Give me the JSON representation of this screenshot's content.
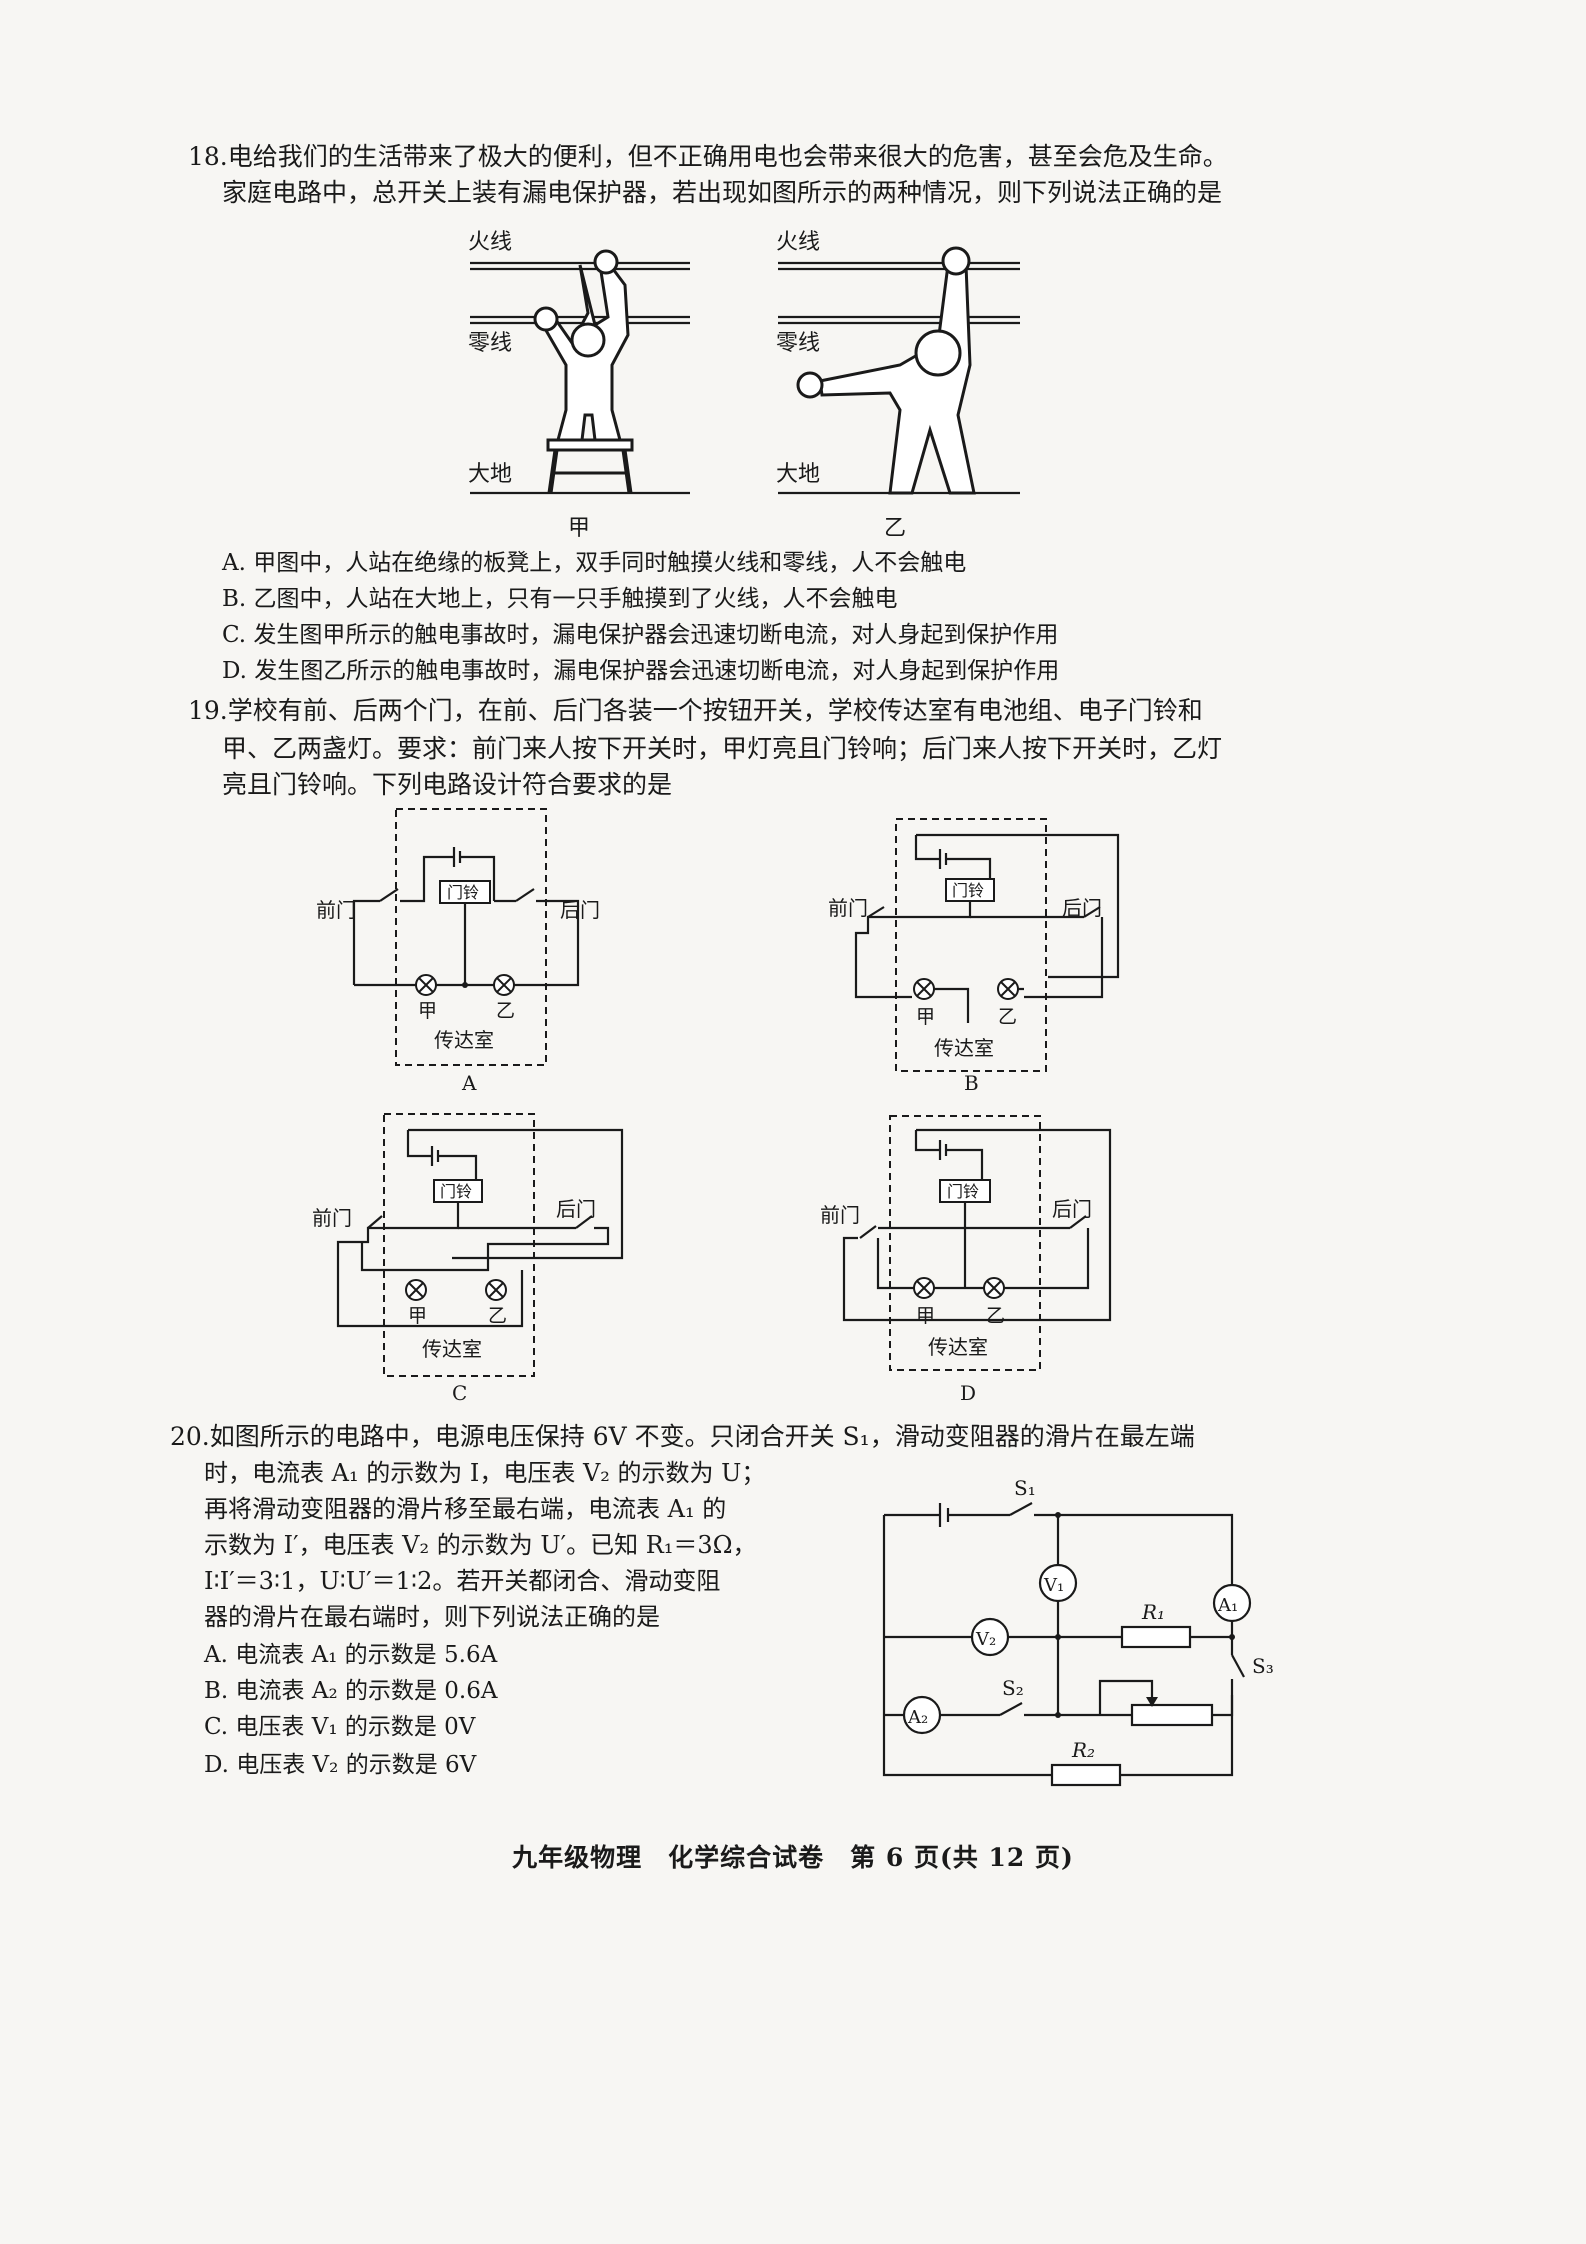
{
  "q18": {
    "line1": "18.电给我们的生活带来了极大的便利，但不正确用电也会带来很大的危害，甚至会危及生命。",
    "line2": "家庭电路中，总开关上装有漏电保护器，若出现如图所示的两种情况，则下列说法正确的是",
    "fig": {
      "live": "火线",
      "neutral": "零线",
      "ground": "大地",
      "left_caption": "甲",
      "right_caption": "乙"
    },
    "options": [
      "A. 甲图中，人站在绝缘的板凳上，双手同时触摸火线和零线，人不会触电",
      "B. 乙图中，人站在大地上，只有一只手触摸到了火线，人不会触电",
      "C. 发生图甲所示的触电事故时，漏电保护器会迅速切断电流，对人身起到保护作用",
      "D. 发生图乙所示的触电事故时，漏电保护器会迅速切断电流，对人身起到保护作用"
    ]
  },
  "q19": {
    "line1": "19.学校有前、后两个门，在前、后门各装一个按钮开关，学校传达室有电池组、电子门铃和",
    "line2": "甲、乙两盏灯。要求：前门来人按下开关时，甲灯亮且门铃响；后门来人按下开关时，乙灯",
    "line3": "亮且门铃响。下列电路设计符合要求的是",
    "labels": {
      "front": "前门",
      "back": "后门",
      "bell": "门铃",
      "lamp_a": "甲",
      "lamp_b": "乙",
      "room": "传达室"
    },
    "captions": [
      "A",
      "B",
      "C",
      "D"
    ]
  },
  "q20": {
    "line1": "20.如图所示的电路中，电源电压保持 6V 不变。只闭合开关 S₁，滑动变阻器的滑片在最左端",
    "lines": [
      "时，电流表 A₁ 的示数为 I，电压表 V₂ 的示数为 U；",
      "再将滑动变阻器的滑片移至最右端，电流表 A₁ 的",
      "示数为 I′，电压表 V₂ 的示数为 U′。已知 R₁＝3Ω，",
      "I∶I′＝3∶1，U∶U′＝1∶2。若开关都闭合、滑动变阻",
      "器的滑片在最右端时，则下列说法正确的是"
    ],
    "options": [
      "A. 电流表 A₁ 的示数是 5.6A",
      "B. 电流表 A₂ 的示数是 0.6A",
      "C. 电压表 V₁ 的示数是 0V",
      "D. 电压表 V₂ 的示数是 6V"
    ],
    "fig": {
      "s1": "S₁",
      "s2": "S₂",
      "s3": "S₃",
      "v1": "V₁",
      "v2": "V₂",
      "a1": "A₁",
      "a2": "A₂",
      "r1": "R₁",
      "r2": "R₂"
    }
  },
  "footer": "九年级物理　化学综合试卷　第 6 页(共 12 页)"
}
